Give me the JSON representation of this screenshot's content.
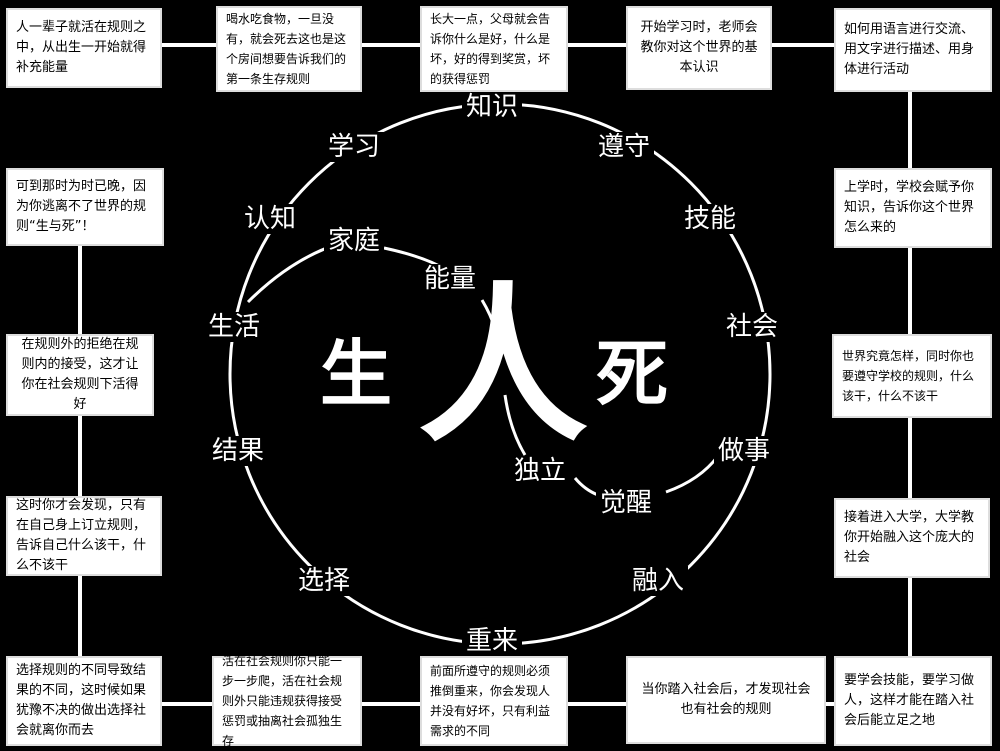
{
  "boxes": {
    "b1": "人一辈子就活在规则之中，从出生一开始就得补充能量",
    "b2": "喝水吃食物，一旦没有，就会死去这也是这个房间想要告诉我们的第一条生存规则",
    "b3": "长大一点，父母就会告诉你什么是好，什么是坏，好的得到奖赏，坏的获得惩罚",
    "b4": "开始学习时，老师会教你对这个世界的基本认识",
    "b5": "如何用语言进行交流、用文字进行描述、用身体进行活动",
    "b6": "上学时，学校会赋予你知识，告诉你这个世界怎么来的",
    "b7": "世界究竟怎样，同时你也要遵守学校的规则，什么该干，什么不该干",
    "b8": "接着进入大学，大学教你开始融入这个庞大的社会",
    "b9": "要学会技能，要学习做人，这样才能在踏入社会后能立足之地",
    "b10": "当你踏入社会后，才发现社会也有社会的规则",
    "b11": "前面所遵守的规则必须推倒重来，你会发现人并没有好坏，只有利益需求的不同",
    "b12": "活在社会规则你只能一步一步爬，活在社会规则外只能违规获得接受惩罚或抽离社会孤独生存",
    "b13": "选择规则的不同导致结果的不同，这时候如果犹豫不决的做出选择社会就离你而去",
    "b14": "这时你才会发现，只有在自己身上订立规则，告诉自己什么该干，什么不该干",
    "b15": "在规则外的拒绝在规则内的接受，这才让你在社会规则下活得好",
    "b16": "可到那时为时已晚，因为你逃离不了世界的规则“生与死”！"
  },
  "ring": {
    "zhishi": "知识",
    "zunshou": "遵守",
    "jineng": "技能",
    "shehui": "社会",
    "zuoshi": "做事",
    "rongru": "融入",
    "chonglai": "重来",
    "xuanze": "选择",
    "jieguo": "结果",
    "shenghuo": "生活",
    "renzhi": "认知",
    "xuexi": "学习"
  },
  "inner": {
    "jiating": "家庭",
    "nengliang": "能量",
    "duli": "独立",
    "juexing": "觉醒"
  },
  "center": {
    "sheng": "生",
    "ren": "人",
    "si": "死"
  },
  "colors": {
    "background": "#000000",
    "line": "#ffffff",
    "box": "#ffffff",
    "text": "#000000"
  }
}
